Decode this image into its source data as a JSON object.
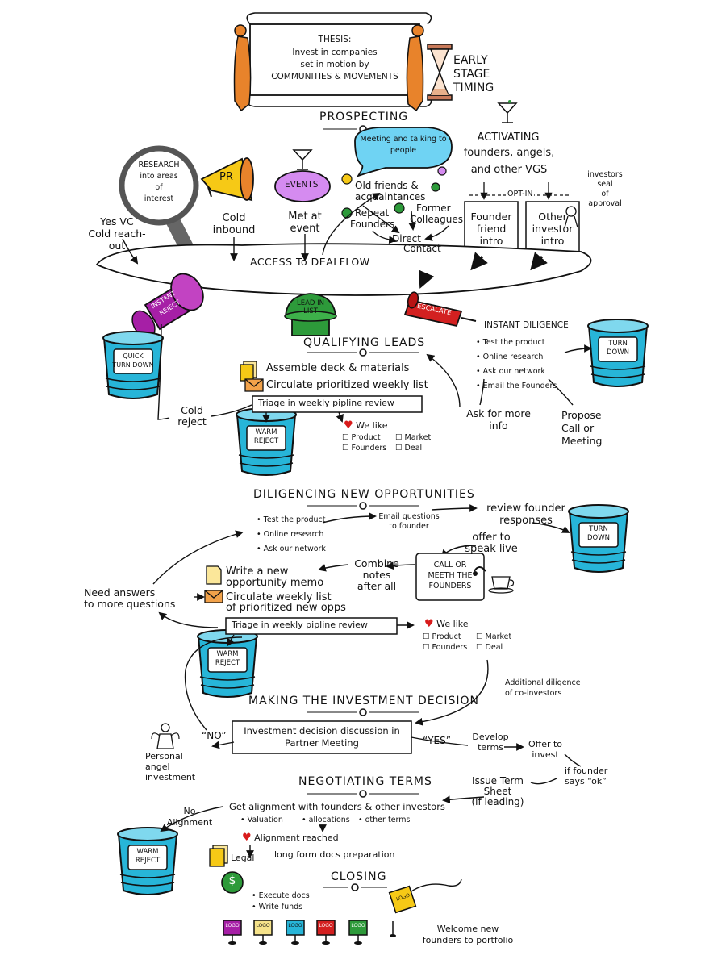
{
  "thesis": {
    "label": "THESIS:",
    "line1": "Invest in companies",
    "line2": "set in motion by",
    "line3": "COMMUNITIES & MOVEMENTS"
  },
  "timing": {
    "line1": "EARLY",
    "line2": "STAGE",
    "line3": "TIMING"
  },
  "prospecting": {
    "title": "PROSPECTING",
    "research": {
      "line1": "RESEARCH",
      "line2": "into areas",
      "line3": "of",
      "line4": "interest"
    },
    "pr_label": "PR",
    "events_label": "EVENTS",
    "meeting_bubble": {
      "line1": "Meeting and talking to",
      "line2": "people"
    },
    "yes_vc": {
      "line1": "Yes VC",
      "line2": "Cold reach-",
      "line3": "out"
    },
    "cold_inbound": {
      "line1": "Cold",
      "line2": "inbound"
    },
    "met_at_event": {
      "line1": "Met at",
      "line2": "event"
    },
    "old_friends": {
      "line1": "Old friends &",
      "line2": "acquaintances"
    },
    "repeat_founders": {
      "line1": "Repeat",
      "line2": "Founders"
    },
    "former_colleagues": {
      "line1": "Former",
      "line2": "Colleagues"
    },
    "direct_contact": {
      "line1": "Direct",
      "line2": "Contact"
    },
    "activating": {
      "line1": "ACTIVATING",
      "line2": "founders, angels,",
      "line3": "and other VGS"
    },
    "opt_in": "OPT-IN",
    "founder_friend_intro": {
      "line1": "Founder",
      "line2": "friend",
      "line3": "intro"
    },
    "other_investor_intro": {
      "line1": "Other",
      "line2": "investor",
      "line3": "intro"
    },
    "seal": {
      "line1": "investors",
      "line2": "seal",
      "line3": "of",
      "line4": "approval"
    },
    "access": "ACCESS  To  DEALFLOW"
  },
  "stamps": {
    "instant_reject": {
      "line1": "INSTANT",
      "line2": "REJECT"
    },
    "lead_in_list": {
      "line1": "LEAD IN",
      "line2": "LIST"
    },
    "escalate": "ESCALATE"
  },
  "qualifying": {
    "title": "QUALIFYING LEADS",
    "assemble": "Assemble deck & materials",
    "circulate": "Circulate prioritized weekly list",
    "triage": "Triage in weekly pipline review",
    "cold_reject": {
      "line1": "Cold",
      "line2": "reject"
    },
    "we_like": "We like",
    "checks": [
      "Product",
      "Market",
      "Founders",
      "Deal"
    ],
    "instant_diligence": {
      "title": "INSTANT DILIGENCE",
      "items": [
        "Test the product",
        "Online research",
        "Ask our network",
        "Email the Founders"
      ]
    },
    "ask_more": {
      "line1": "Ask for more",
      "line2": "info"
    },
    "propose": {
      "line1": "Propose",
      "line2": "Call or",
      "line3": "Meeting"
    }
  },
  "bins": {
    "quick_turn_down": {
      "line1": "QUICK",
      "line2": "TURN DOWN"
    },
    "turn_down": {
      "line1": "TURN",
      "line2": "DOWN"
    },
    "warm_reject": {
      "line1": "WARM",
      "line2": "REJECT"
    }
  },
  "diligencing": {
    "title": "DILIGENCING NEW OPPORTUNITIES",
    "items": [
      "Test the product",
      "Online research",
      "Ask our network"
    ],
    "email_questions": {
      "line1": "Email questions",
      "line2": "to founder"
    },
    "review": {
      "line1": "review founder",
      "line2": "responses"
    },
    "offer_speak": {
      "line1": "offer to",
      "line2": "speak live"
    },
    "call_box": {
      "line1": "CALL OR",
      "line2": "MEETH THE",
      "line3": "FOUNDERS"
    },
    "combine": {
      "line1": "Combine",
      "line2": "notes",
      "line3": "after all"
    },
    "write_memo": {
      "line1": "Write a new",
      "line2": "opportunity memo"
    },
    "circulate": {
      "line1": "Circulate weekly list",
      "line2": "of prioritized new opps"
    },
    "need_answers": {
      "line1": "Need answers",
      "line2": "to more questions"
    },
    "triage": "Triage in weekly pipline review",
    "we_like": "We like",
    "checks": [
      "Product",
      "Market",
      "Founders",
      "Deal"
    ],
    "additional": {
      "line1": "Additional diligence",
      "line2": "of co-investors"
    }
  },
  "decision": {
    "title": "MAKING THE INVESTMENT DECISION",
    "box": {
      "line1": "Investment decision discussion in",
      "line2": "Partner Meeting"
    },
    "no": "“NO”",
    "yes": "“YES”",
    "angel": {
      "line1": "Personal",
      "line2": "angel",
      "line3": "investment"
    },
    "develop": {
      "line1": "Develop",
      "line2": "terms"
    },
    "offer": {
      "line1": "Offer to",
      "line2": "invest"
    },
    "if_founder": {
      "line1": "if founder",
      "line2": "says “ok”"
    }
  },
  "negotiating": {
    "title": "NEGOTIATING TERMS",
    "issue": {
      "line1": "Issue Term",
      "line2": "Sheet",
      "line3": "(if leading)"
    },
    "alignment": "Get alignment with founders & other investors",
    "items": [
      "Valuation",
      "allocations",
      "other terms"
    ],
    "no_alignment": {
      "line1": "No",
      "line2": "Alignment"
    },
    "reached": "Alignment reached",
    "long_form": "long form docs preparation",
    "legal": "Legal"
  },
  "closing": {
    "title": "CLOSING",
    "items": [
      "Execute docs",
      "Write funds"
    ],
    "welcome": {
      "line1": "Welcome new",
      "line2": "founders to portfolio"
    },
    "logo": "LOGO",
    "dollar": "$"
  },
  "colors": {
    "bin": "#27b5d8",
    "magenta": "#a61fa6",
    "green": "#2d9a3a",
    "red": "#d32020",
    "yellow": "#f6c916",
    "lavender": "#d58bf0",
    "cyan_bubble": "#6fd3f3",
    "paper": "#fff4c0"
  }
}
